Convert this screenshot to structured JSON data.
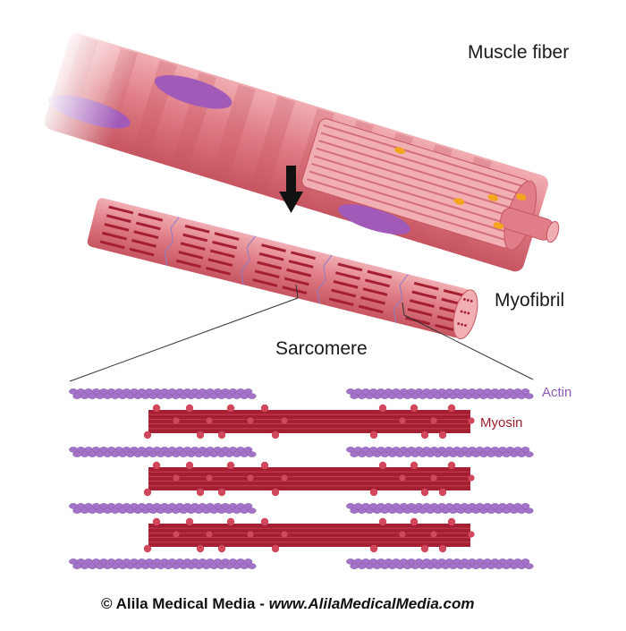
{
  "labels": {
    "muscle_fiber": "Muscle fiber",
    "myofibril": "Myofibril",
    "sarcomere": "Sarcomere",
    "actin": "Actin",
    "myosin": "Myosin"
  },
  "credit": {
    "owner": "© Alila Medical Media",
    "separator": " - ",
    "site": "www.AlilaMedicalMedia.com"
  },
  "colors": {
    "fiber": "#e07d86",
    "fiber_dark": "#c65561",
    "fiber_light": "#f1aeb3",
    "nucleus": "#a15ab8",
    "mitochondria": "#f2a51d",
    "myosin": "#a51f32",
    "myosin_light": "#d1485c",
    "actin": "#a373c7",
    "actin_label": "#8e5bb8",
    "myosin_label": "#9c1f2e",
    "arrow": "#111111",
    "line": "#333333"
  },
  "icons": {
    "arrow": "down-arrow-icon"
  }
}
